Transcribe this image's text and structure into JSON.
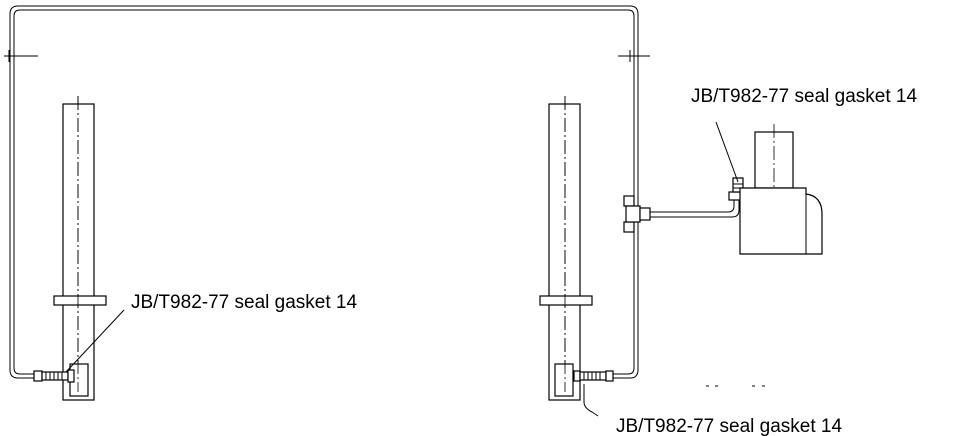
{
  "callouts": {
    "left_bottom": "JB/T982-77 seal gasket 14",
    "right_top": "JB/T982-77 seal gasket 14",
    "right_bottom": "JB/T982-77 seal gasket 14"
  }
}
